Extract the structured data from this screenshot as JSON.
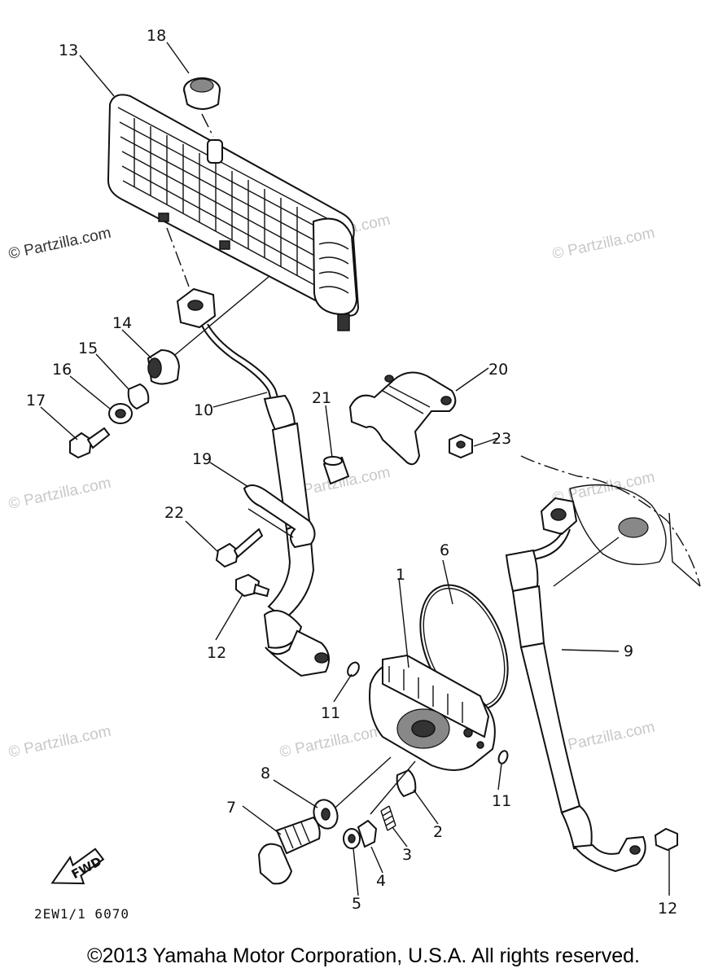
{
  "watermark_text": "© Partzilla.com",
  "diagram_code": "2EW1/1 6070",
  "fwd_label": "FWD",
  "copyright": "©2013  Yamaha Motor Corporation, U.S.A. All rights reserved.",
  "callouts": {
    "c1": "1",
    "c2": "2",
    "c3": "3",
    "c4": "4",
    "c5": "5",
    "c6": "6",
    "c7": "7",
    "c8": "8",
    "c9": "9",
    "c10": "10",
    "c11a": "11",
    "c11b": "11",
    "c12a": "12",
    "c12b": "12",
    "c13": "13",
    "c14": "14",
    "c15": "15",
    "c16": "16",
    "c17": "17",
    "c18": "18",
    "c19": "19",
    "c20": "20",
    "c21": "21",
    "c22": "22",
    "c23": "23"
  }
}
